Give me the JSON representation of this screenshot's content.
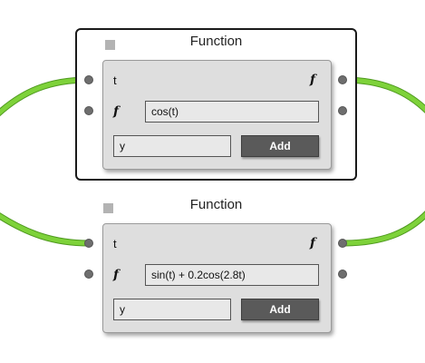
{
  "colors": {
    "wire": "#7ed23a",
    "wire_edge": "#4f9a1f",
    "node_body": "#dedede",
    "button": "#5a5a5a",
    "selection_border": "#1a1a1a"
  },
  "nodes": [
    {
      "title": "Function",
      "selected": true,
      "input_label": "t",
      "output_label": "f",
      "param_label": "f",
      "expression": "cos(t)",
      "new_param_value": "y",
      "add_label": "Add"
    },
    {
      "title": "Function",
      "selected": false,
      "input_label": "t",
      "output_label": "f",
      "param_label": "f",
      "expression": "sin(t) + 0.2cos(2.8t)",
      "new_param_value": "y",
      "add_label": "Add"
    }
  ]
}
